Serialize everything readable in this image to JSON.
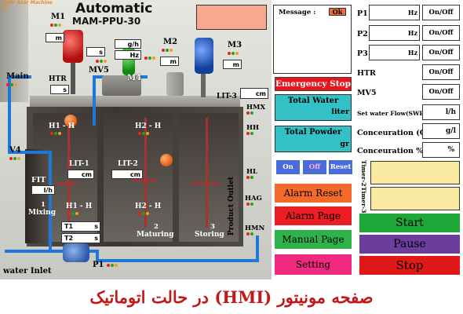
{
  "header": {
    "logo_text": "Mehr Azar Machine Co.",
    "title": "Automatic",
    "model": "MAM-PPU-30"
  },
  "scene": {
    "labels": {
      "m1": "M1",
      "m2": "M2",
      "m3": "M3",
      "m4": "M4",
      "mv5": "MV5",
      "main": "Main",
      "htr": "HTR",
      "lit3": "LIT-3",
      "hmx": "HMX",
      "hh": "HH",
      "hl": "HL",
      "hag": "HAG",
      "hmn": "HMN",
      "v4": "V4",
      "fit": "FIT",
      "h1h_top": "H1 - H",
      "h2h_top": "H2 - H",
      "lit1": "LIT-1",
      "lit2": "LIT-2",
      "h1h_bot": "H1 - H",
      "h2h_bot": "H2 - H",
      "t1": "T1",
      "t2": "T2",
      "p1": "P1",
      "mixing_num": "1",
      "mixing": "Mixing",
      "maturing_num": "2",
      "maturing": "Maturing",
      "storing_num": "3",
      "storing": "Storing",
      "water_inlet": "water Inlet",
      "product_outlet": "Product Outlet"
    },
    "units": {
      "m1": "m",
      "m2": "m",
      "m3": "m",
      "mv5_s": "s",
      "m4_gh": "g/h",
      "m4_hz": "Hz",
      "htr": "s",
      "lit3": "cm",
      "fit": "l/h",
      "lit1": "cm",
      "lit2": "cm",
      "t1": "s",
      "t2": "s"
    }
  },
  "panel": {
    "message_label": "Message :",
    "ok_label": "Ok",
    "emergency_stop": "Emergency Stop",
    "total_water": "Total Water",
    "total_water_unit": "liter",
    "total_powder": "Total Powder",
    "total_powder_unit": "gr",
    "on": "On",
    "off": "Off",
    "reset": "Reset",
    "alarm_reset": "Alarm Reset",
    "alarm_page": "Alarm Page",
    "manual_page": "Manual Page",
    "setting": "Setting"
  },
  "params": {
    "p1": "P1",
    "p2": "P2",
    "p3": "P3",
    "hz": "Hz",
    "onoff": "On/Off",
    "htr": "HTR",
    "mv5": "MV5",
    "swf": "Set water Flow(SWF)",
    "swf_unit": "l/h",
    "conc_c": "Conceuration (C)",
    "conc_c_unit": "g/l",
    "conc_p": "Conceuration %",
    "conc_p_unit": "%",
    "timer2": "Timer-2",
    "timer3": "Timer-3",
    "start": "Start",
    "pause": "Pause",
    "stop": "Stop"
  },
  "colors": {
    "emergency": "#e8141c",
    "teal": "#33c1c8",
    "blue_btn": "#4c6bdb",
    "alarm_orange": "#f36a2a",
    "manual_green": "#2db34a",
    "setting_pink": "#f02a7e",
    "start_green": "#1fa83a",
    "pause_purple": "#6b3d9c",
    "stop_red": "#e01818",
    "timer_yellow": "#faeaa0",
    "salmon": "#f9a890"
  },
  "caption": "صفحه مونیتور (HMI) در حالت اتوماتیک"
}
